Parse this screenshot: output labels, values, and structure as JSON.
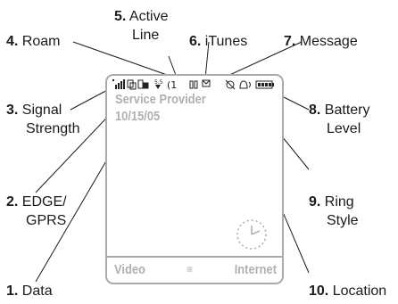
{
  "callouts": [
    {
      "num": "1.",
      "text": "Data"
    },
    {
      "num": "2.",
      "text": "EDGE/",
      "text2": "GPRS"
    },
    {
      "num": "3.",
      "text": "Signal",
      "text2": "Strength"
    },
    {
      "num": "4.",
      "text": "Roam"
    },
    {
      "num": "5.",
      "text": "Active",
      "text2": "Line"
    },
    {
      "num": "6.",
      "text": "iTunes"
    },
    {
      "num": "7.",
      "text": "Message"
    },
    {
      "num": "8.",
      "text": "Battery",
      "text2": "Level"
    },
    {
      "num": "9.",
      "text": "Ring",
      "text2": "Style"
    },
    {
      "num": "10.",
      "text": "Location"
    }
  ],
  "screen": {
    "provider": "Service Provider",
    "date": "10/15/05",
    "softkey_left": "Video",
    "softkey_right": "Internet"
  },
  "colors": {
    "lines": "#1a1a1a",
    "screen_text": "#b0b0b0",
    "frame": "#aaaaaa"
  }
}
